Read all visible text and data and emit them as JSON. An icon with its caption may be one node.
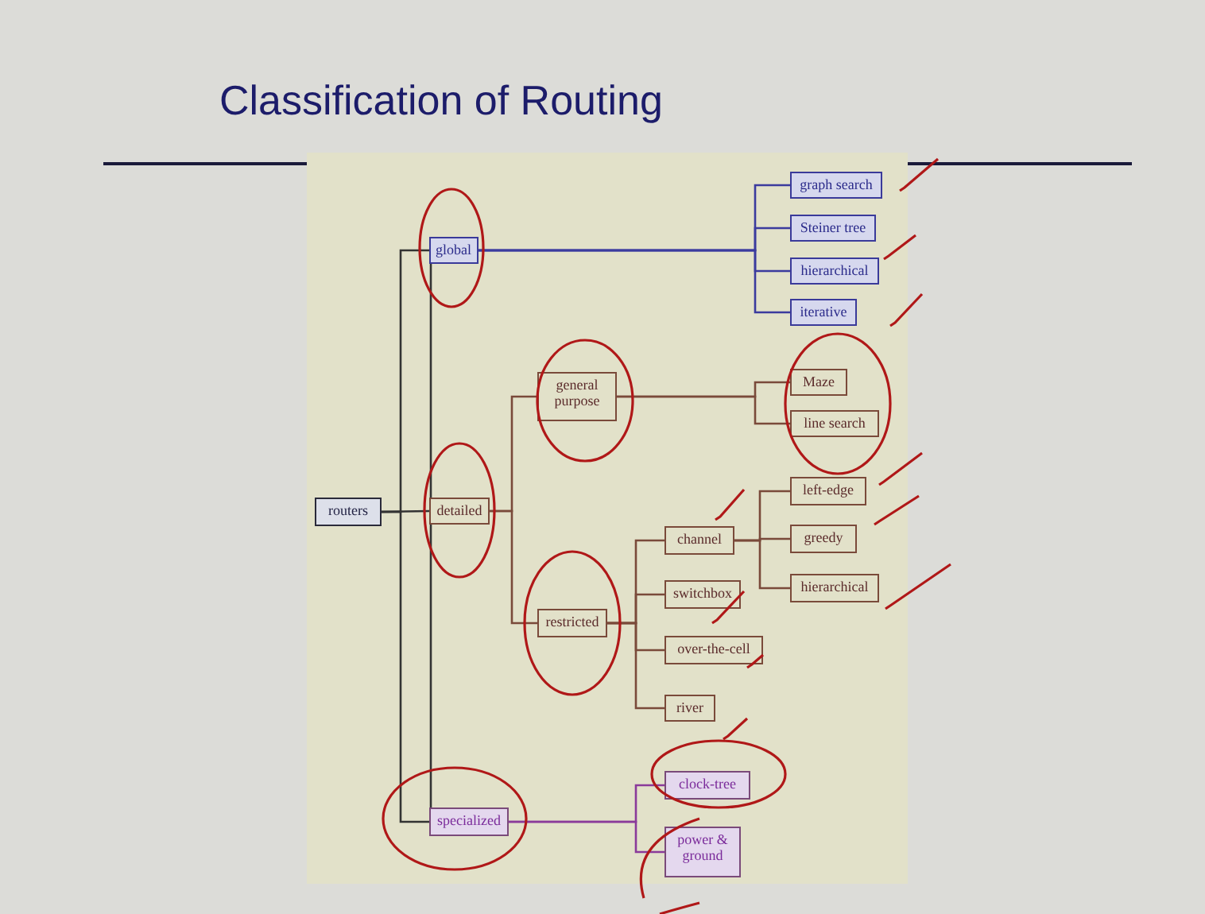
{
  "diagram": {
    "title": "Classification of Routing",
    "nodes": [
      {
        "text": [
          "routers"
        ]
      },
      {
        "text": [
          "global"
        ]
      },
      {
        "text": [
          "detailed"
        ]
      },
      {
        "text": [
          "specialized"
        ]
      },
      {
        "text": [
          "graph search"
        ]
      },
      {
        "text": [
          "Steiner tree"
        ]
      },
      {
        "text": [
          "hierarchical"
        ]
      },
      {
        "text": [
          "iterative"
        ]
      },
      {
        "text": [
          "general purpose"
        ]
      },
      {
        "text": [
          "restricted"
        ]
      },
      {
        "text": [
          "Maze"
        ]
      },
      {
        "text": [
          "line search"
        ]
      },
      {
        "text": [
          "channel"
        ]
      },
      {
        "text": [
          "switchbox"
        ]
      },
      {
        "text": [
          "over-the-cell"
        ]
      },
      {
        "text": [
          "river"
        ]
      },
      {
        "text": [
          "left-edge"
        ]
      },
      {
        "text": [
          "greedy"
        ]
      },
      {
        "text": [
          "hierarchical"
        ]
      },
      {
        "text": [
          "clock-tree"
        ]
      },
      {
        "text": [
          "power & ground"
        ]
      }
    ],
    "edges": [
      {
        "from": 0,
        "to": 1,
        "arrow": "none",
        "color": "#333333"
      },
      {
        "from": 0,
        "to": 2,
        "arrow": "none",
        "color": "#333333"
      },
      {
        "from": 0,
        "to": 3,
        "arrow": "none",
        "color": "#333333"
      },
      {
        "from": 1,
        "to": 4,
        "arrow": "none",
        "color": "#3b3b9e"
      },
      {
        "from": 1,
        "to": 5,
        "arrow": "none",
        "color": "#3b3b9e"
      },
      {
        "from": 1,
        "to": 6,
        "arrow": "none",
        "color": "#3b3b9e"
      },
      {
        "from": 1,
        "to": 7,
        "arrow": "none",
        "color": "#3b3b9e"
      },
      {
        "from": 2,
        "to": 8,
        "arrow": "none"
      },
      {
        "from": 2,
        "to": 9,
        "arrow": "none"
      },
      {
        "from": 8,
        "to": 10,
        "arrow": "none"
      },
      {
        "from": 8,
        "to": 11,
        "arrow": "none"
      },
      {
        "from": 9,
        "to": 12,
        "arrow": "none"
      },
      {
        "from": 9,
        "to": 13,
        "arrow": "none"
      },
      {
        "from": 9,
        "to": 14,
        "arrow": "none"
      },
      {
        "from": 9,
        "to": 15,
        "arrow": "none"
      },
      {
        "from": 12,
        "to": 16,
        "arrow": "none"
      },
      {
        "from": 12,
        "to": 17,
        "arrow": "none"
      },
      {
        "from": 12,
        "to": 18,
        "arrow": "none"
      },
      {
        "from": 3,
        "to": 19,
        "arrow": "none",
        "color": "#8a3a9a"
      },
      {
        "from": 3,
        "to": 20,
        "arrow": "none",
        "color": "#8a3a9a"
      },
      {
        "from": 1,
        "to": 3,
        "arrow": "none",
        "color": "#333333"
      }
    ]
  }
}
